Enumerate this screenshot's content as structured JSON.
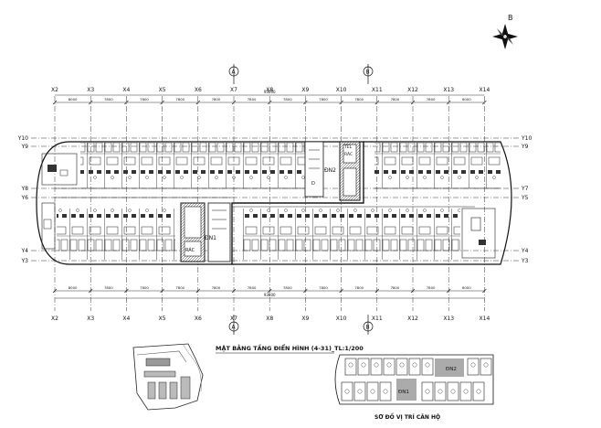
{
  "plan": {
    "compass_label": "B",
    "x_axes": [
      "X2",
      "X3",
      "X4",
      "X5",
      "X6",
      "X7",
      "X8",
      "X9",
      "X10",
      "X11",
      "X12",
      "X13",
      "X14"
    ],
    "y_axes_left": [
      "Y10",
      "Y9",
      "Y8",
      "Y6",
      "Y4",
      "Y3"
    ],
    "y_axes_right": [
      "Y10",
      "Y9",
      "Y7",
      "Y5",
      "Y4",
      "Y3"
    ],
    "section_marks": [
      "A",
      "B"
    ],
    "dims_top": [
      "8000",
      "7800",
      "7800",
      "7800",
      "7800",
      "7800",
      "7800",
      "7800",
      "7800",
      "7800",
      "7800",
      "8000"
    ],
    "dims_bottom": [
      "8000",
      "7800",
      "7800",
      "7800",
      "7800",
      "7800",
      "7800",
      "7800",
      "7800",
      "7800",
      "7800",
      "8000"
    ],
    "overall_dim": "93600",
    "core_labels": {
      "dn1": "ĐN1",
      "dn2": "ĐN2",
      "rac": "RÁC",
      "tel": "TEL",
      "d": "D"
    },
    "caption_main": "MẶT BẰNG TẦNG ĐIỂN HÌNH (4-31)_TL:1/200",
    "caption_key": "SƠ ĐỒ VỊ TRÍ CĂN HỘ",
    "key_core_labels": [
      "ĐN2",
      "ĐN1"
    ]
  }
}
